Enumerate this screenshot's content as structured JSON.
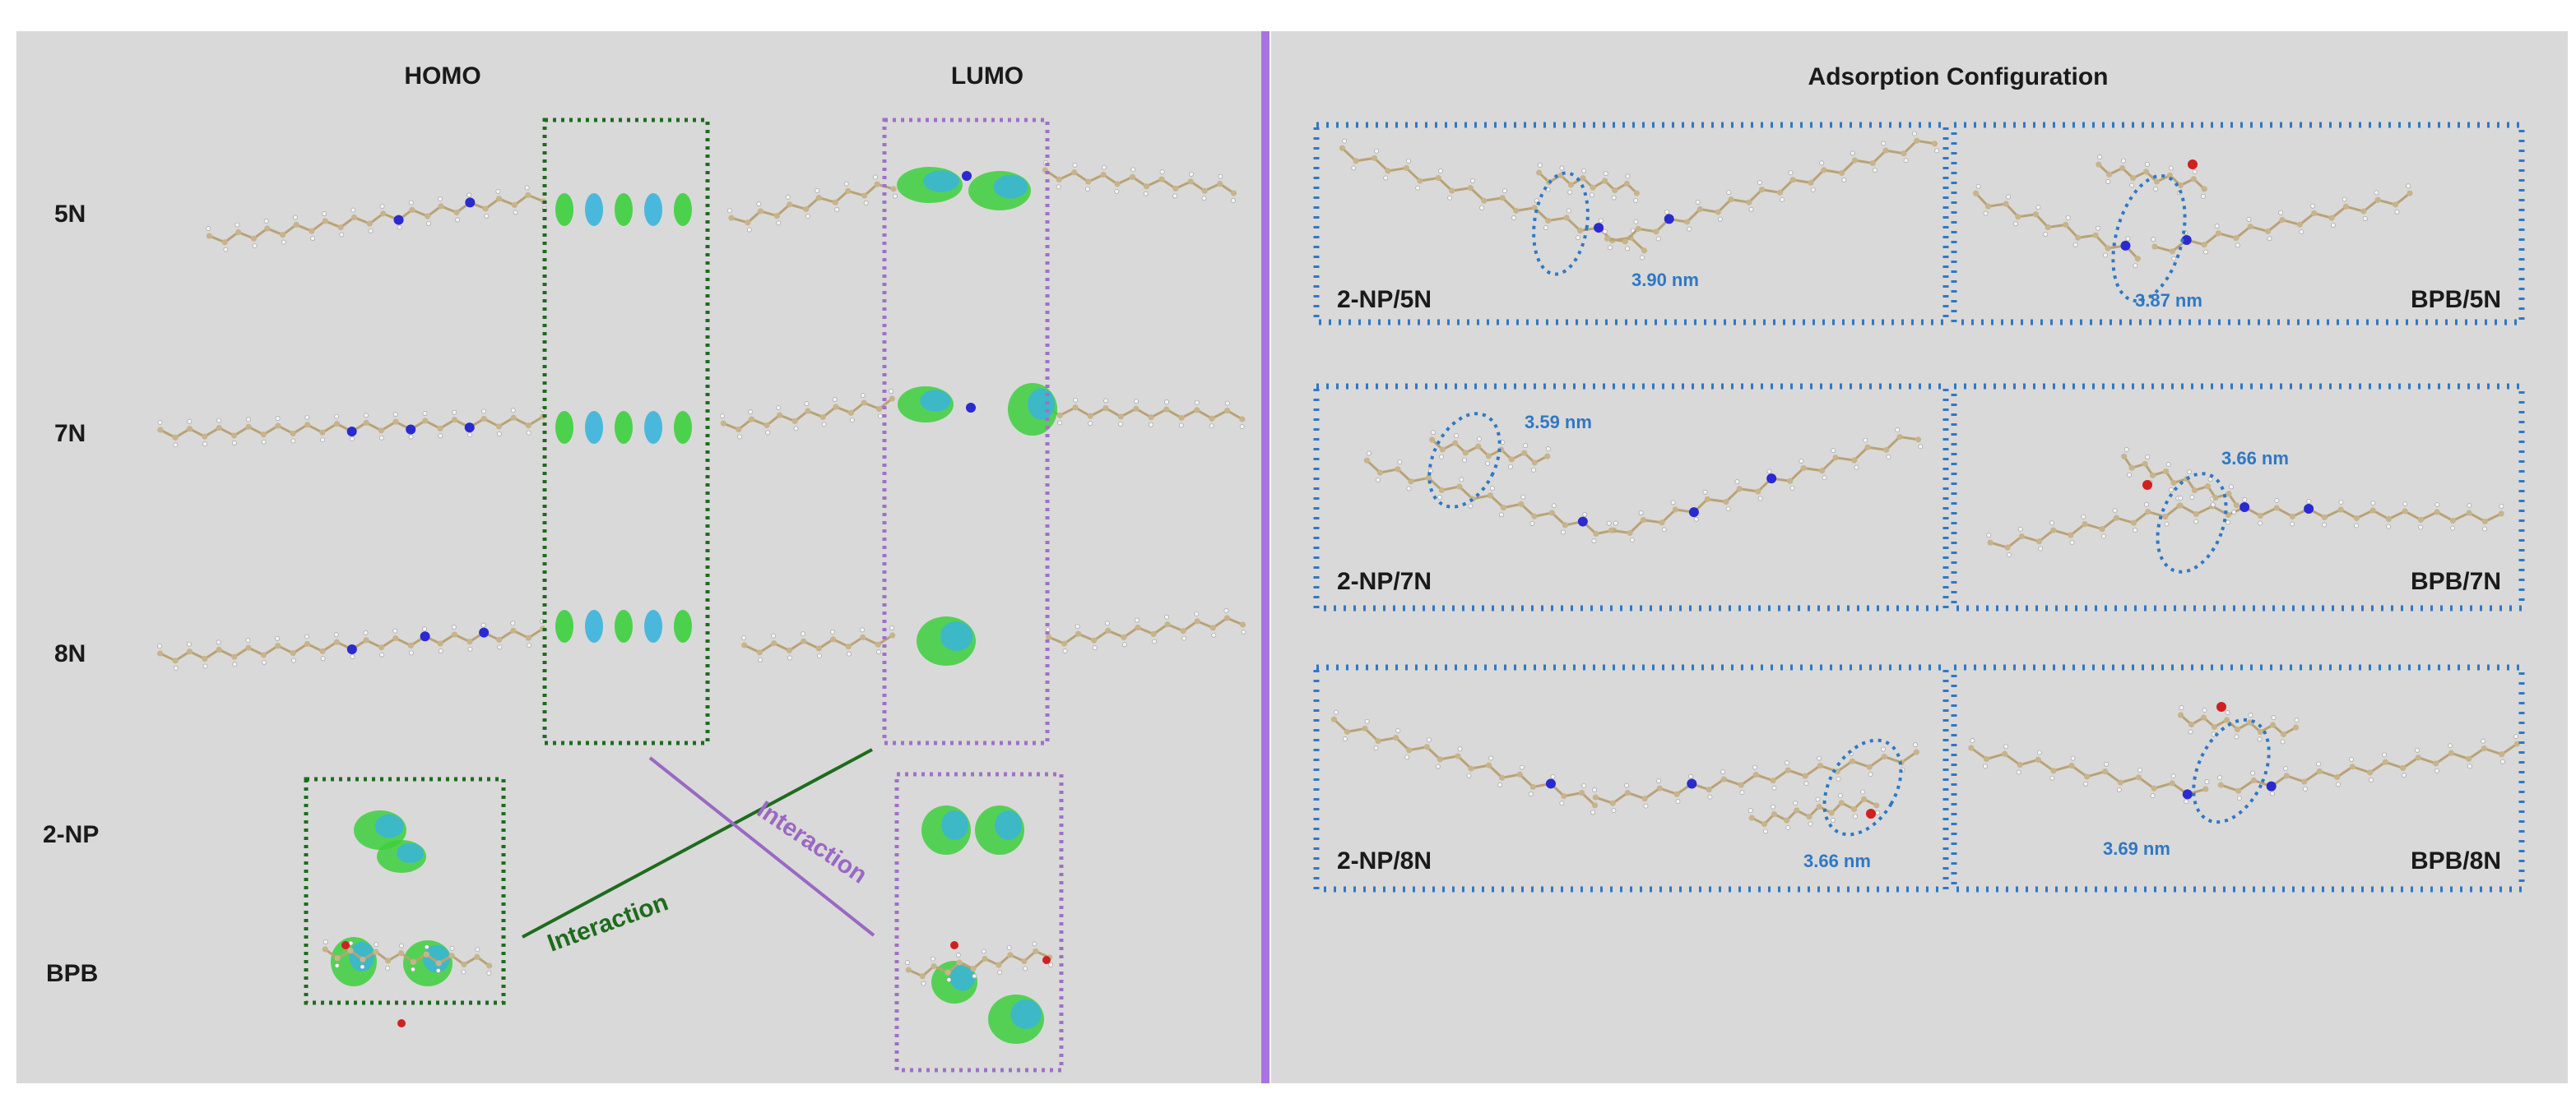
{
  "left_panel": {
    "homo_header": "HOMO",
    "lumo_header": "LUMO",
    "rows": [
      {
        "label": "5N"
      },
      {
        "label": "7N"
      },
      {
        "label": "8N"
      }
    ],
    "pollutants": [
      {
        "label": "2-NP"
      },
      {
        "label": "BPB"
      }
    ],
    "interaction_green": "Interaction",
    "interaction_purple": "Interaction"
  },
  "right_panel": {
    "header": "Adsorption Configuration",
    "panels": [
      {
        "label": "2-NP/5N",
        "distance": "3.90 nm"
      },
      {
        "label": "BPB/5N",
        "distance": "3.87 nm"
      },
      {
        "label": "2-NP/7N",
        "distance": "3.59 nm"
      },
      {
        "label": "BPB/7N",
        "distance": "3.66 nm"
      },
      {
        "label": "2-NP/8N",
        "distance": "3.66 nm"
      },
      {
        "label": "BPB/8N",
        "distance": "3.69 nm"
      }
    ]
  },
  "colors": {
    "background": "#d9d9d9",
    "divider": "#a873e0",
    "homo_box": "#1e6b1e",
    "lumo_box": "#a070c8",
    "panel_border": "#2f78c4",
    "orbital_green": "#3ccf3c",
    "orbital_blue": "#3ab4dc",
    "nitrogen": "#2a2ad0",
    "oxygen": "#d02020",
    "carbon": "#c8b48c"
  }
}
